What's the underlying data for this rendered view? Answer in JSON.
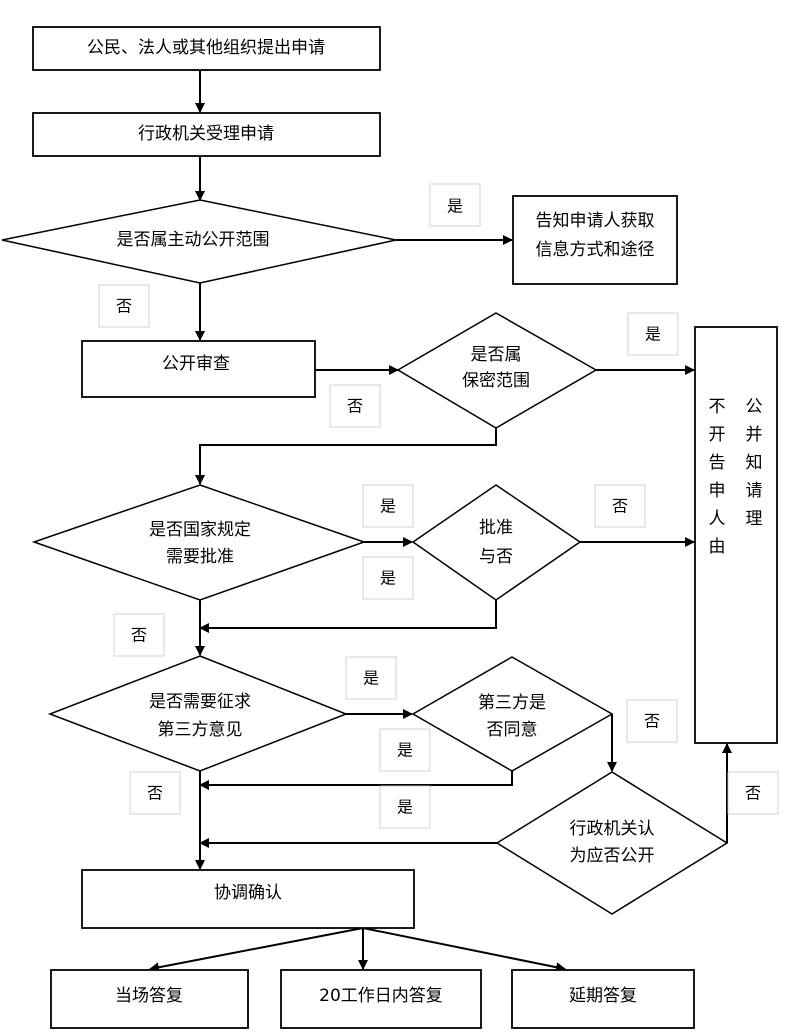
{
  "nodes": {
    "apply": "公民、法人或其他组织提出申请",
    "accept": "行政机关受理申请",
    "d_public_scope": "是否属主动公开范围",
    "inform_method": [
      "告知申请人获取",
      "信息方式和途径"
    ],
    "review": "公开审查",
    "d_secret": [
      "是否属",
      "保密范围"
    ],
    "d_need_approval": [
      "是否国家规定",
      "需要批准"
    ],
    "d_approved": [
      "批准",
      "与否"
    ],
    "d_third_party": [
      "是否需要征求",
      "第三方意见"
    ],
    "d_third_agree": [
      "第三方是",
      "否同意"
    ],
    "d_agency_public": [
      "行政机关认",
      "为应否公开"
    ],
    "no_disclose_col1": [
      "不",
      "开",
      "告",
      "申",
      "人",
      "由"
    ],
    "no_disclose_col2": [
      "公",
      "并",
      "知",
      "请",
      "理"
    ],
    "coordinate": "协调确认",
    "reply_now": "当场答复",
    "reply_20": "20工作日内答复",
    "reply_delay": "延期答复"
  },
  "edge_labels": {
    "yes": "是",
    "no": "否"
  }
}
